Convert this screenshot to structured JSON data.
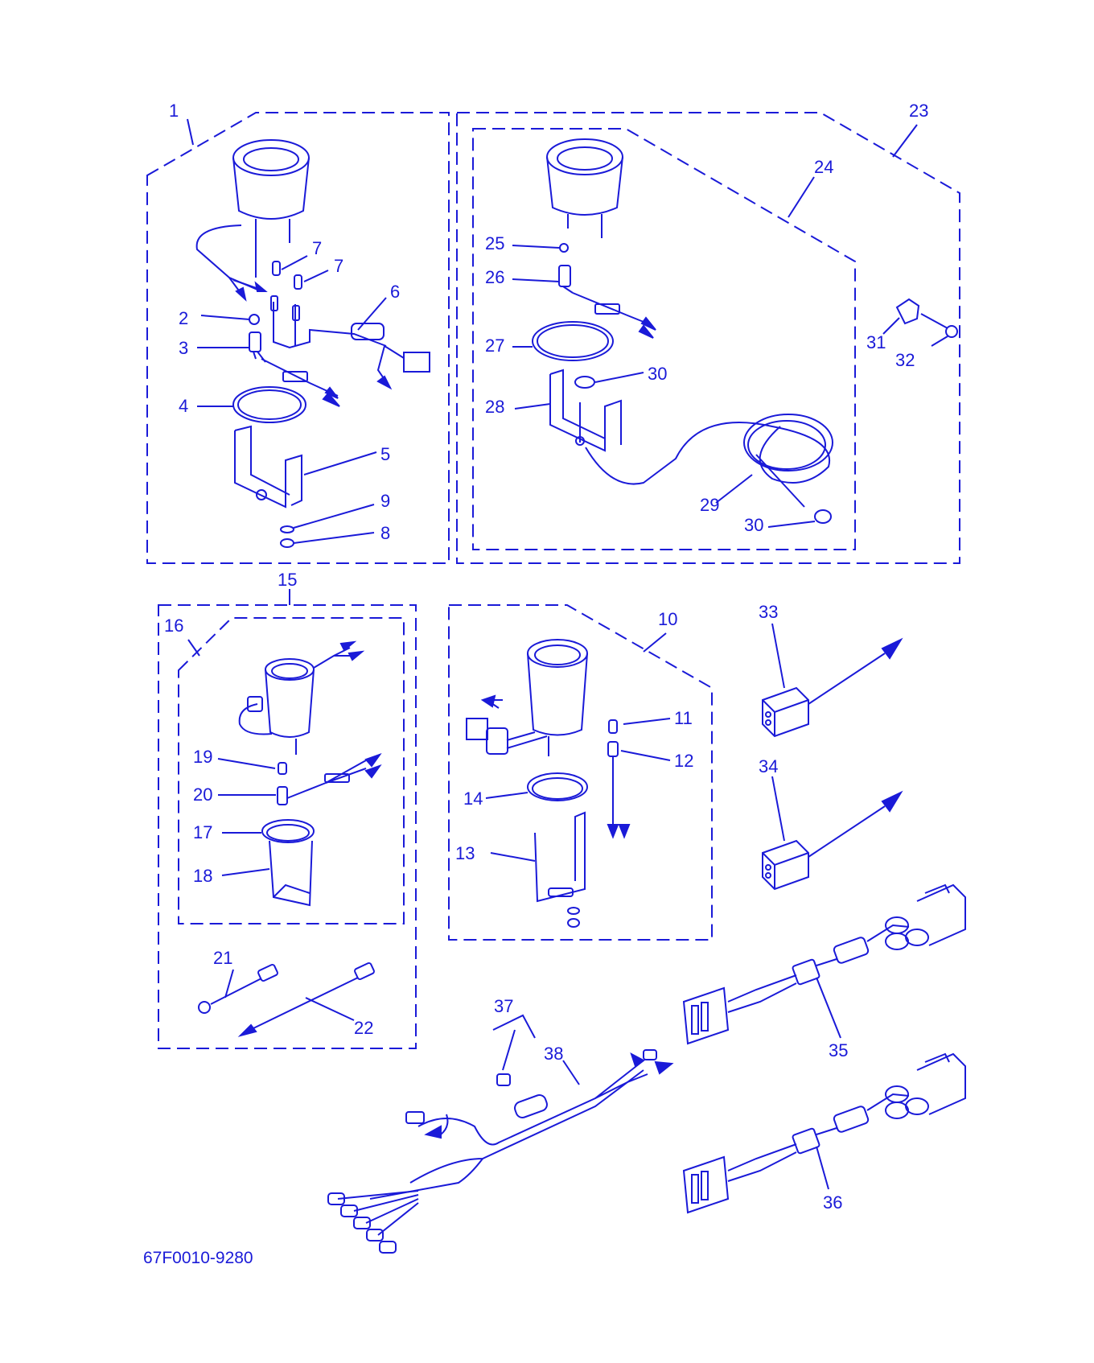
{
  "colors": {
    "ink": "#1a1ad8",
    "background": "#ffffff"
  },
  "diagram_code": "67F0010-9280",
  "callouts": {
    "c1": "1",
    "c2": "2",
    "c3": "3",
    "c4": "4",
    "c5": "5",
    "c6": "6",
    "c7a": "7",
    "c7b": "7",
    "c8": "8",
    "c9": "9",
    "c10": "10",
    "c11": "11",
    "c12": "12",
    "c13": "13",
    "c14": "14",
    "c15": "15",
    "c16": "16",
    "c17": "17",
    "c18": "18",
    "c19": "19",
    "c20": "20",
    "c21": "21",
    "c22": "22",
    "c23": "23",
    "c24": "24",
    "c25": "25",
    "c26": "26",
    "c27": "27",
    "c28": "28",
    "c29": "29",
    "c30a": "30",
    "c30b": "30",
    "c31": "31",
    "c32": "32",
    "c33": "33",
    "c34": "34",
    "c35": "35",
    "c36": "36",
    "c37": "37",
    "c38": "38"
  },
  "icons": {
    "gauge": "gauge-icon",
    "connector": "connector-icon",
    "harness": "wire-harness-icon"
  }
}
